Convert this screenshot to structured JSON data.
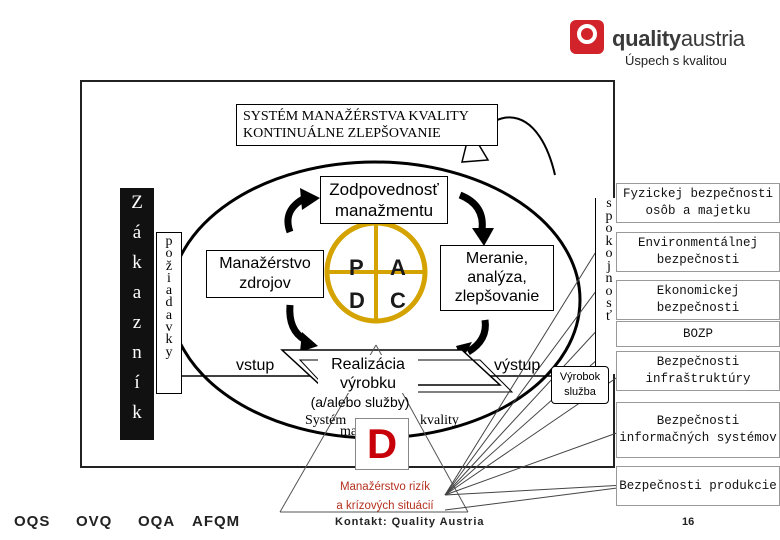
{
  "brand": {
    "name_bold": "quality",
    "name_light": "austria",
    "tagline": "Úspech s kvalitou"
  },
  "diagram": {
    "title_line1": "SYSTÉM MANAŽÉRSTVA KVALITY",
    "title_line2": "KONTINUÁLNE ZLEPŠOVANIE",
    "customer_letters": [
      "Z",
      "á",
      "k",
      "a",
      "z",
      "n",
      "í",
      "k"
    ],
    "requirements_letters": [
      "p",
      "o",
      "ž",
      "i",
      "a",
      "d",
      "a",
      "v",
      "k",
      "y"
    ],
    "satisfaction_letters": [
      "s",
      "p",
      "o",
      "k",
      "o",
      "j",
      "n",
      "o",
      "s",
      "ť"
    ],
    "responsibility": "Zodpovednosť manažmentu",
    "resources": "Manažérstvo zdrojov",
    "measurement": "Meranie, analýza, zlepšovanie",
    "realization_line1": "Realizácia",
    "realization_line2": "výrobku",
    "realization_line3": "(a/alebo služby)",
    "input": "vstup",
    "output": "výstup",
    "product_line1": "Výrobok",
    "product_line2": "služba",
    "system_left": "Systém",
    "system_mid": "manažérstva",
    "system_right": "kvality",
    "pdca": [
      "P",
      "A",
      "D",
      "C"
    ],
    "big_d": "D"
  },
  "risk_label_line1": "Manažérstvo rizík",
  "risk_label_line2": "a krízových situácií",
  "security_areas": [
    "Fyzickej bezpečnosti osôb a majetku",
    "Environmentálnej bezpečnosti",
    "Ekonomickej bezpečnosti",
    "BOZP",
    "Bezpečnosti infraštruktúry",
    "Bezpečnosti informačných systémov",
    "Bezpečnosti produkcie"
  ],
  "footer_logos": [
    "OQS",
    "OVQ",
    "OQA",
    "AFQM"
  ],
  "footer_text": "Kontakt: Quality Austria",
  "page_number": "16",
  "colors": {
    "brand_red": "#d2232a",
    "pdca_gold": "#d4a300",
    "big_d_red": "#c8000a",
    "risk_red": "#b5311f"
  }
}
